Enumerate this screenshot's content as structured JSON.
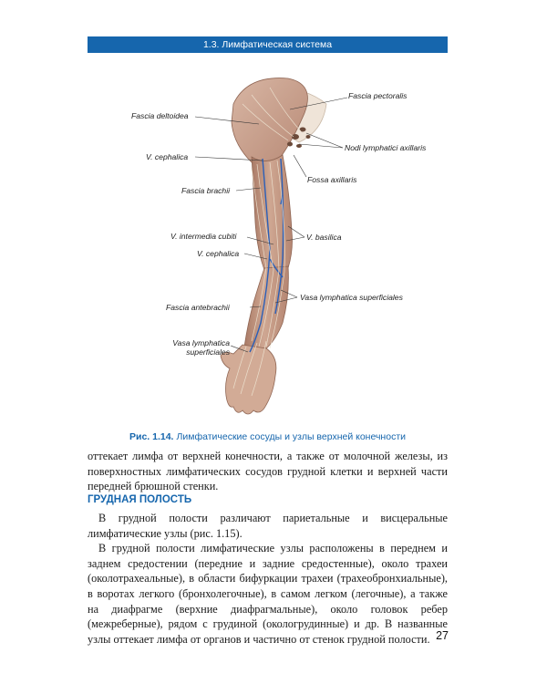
{
  "header": {
    "section": "1.3. Лимфатическая система"
  },
  "figure": {
    "labels": {
      "fascia_pectoralis": "Fascia pectoralis",
      "fascia_deltoidea": "Fascia deltoidea",
      "nodi_axillaris": "Nodi lymphatici axillaris",
      "v_cephalica_top": "V. cephalica",
      "fossa_axillaris": "Fossa axillaris",
      "fascia_brachii": "Fascia brachii",
      "v_intermedia_cubiti": "V. intermedia cubiti",
      "v_basilica": "V. basilica",
      "v_cephalica_mid": "V. cephalica",
      "vasa_lymph_superf_right": "Vasa lymphatica superficiales",
      "fascia_antebrachii": "Fascia antebrachii",
      "vasa_lymph_superf_left_1": "Vasa lymphatica",
      "vasa_lymph_superf_left_2": "superficiales"
    },
    "caption_number": "Рис. 1.14.",
    "caption_text": "Лимфатические сосуды и узлы верхней конечности"
  },
  "body": {
    "intro_paragraph": "оттекает лимфа от верхней конечности, а также от молочной железы, из поверхностных лимфатических сосудов грудной клетки и верхней части передней брюшной стенки.",
    "section_title": "ГРУДНАЯ ПОЛОСТЬ",
    "paragraph_1": "В грудной полости различают париетальные и висцеральные лимфатические узлы (рис. 1.15).",
    "paragraph_2": "В грудной полости лимфатические узлы расположены в переднем и заднем средостении (передние и задние средостенные), около трахеи (околотрахеальные), в области бифуркации трахеи (трахеобронхиальные), в воротах легкого (бронхолегочные), в самом легком (легочные), а также на диафрагме (верхние диафрагмальные), около головок ребер (межреберные), рядом с грудиной (окологрудинные) и др. В названные узлы оттекает лимфа от органов и частично от стенок грудной полости."
  },
  "footer": {
    "page_number": "27"
  },
  "colors": {
    "accent": "#1666ad",
    "vein": "#2a5fb8",
    "skin": "#c9a08a",
    "lymph": "#e8dcc8"
  }
}
